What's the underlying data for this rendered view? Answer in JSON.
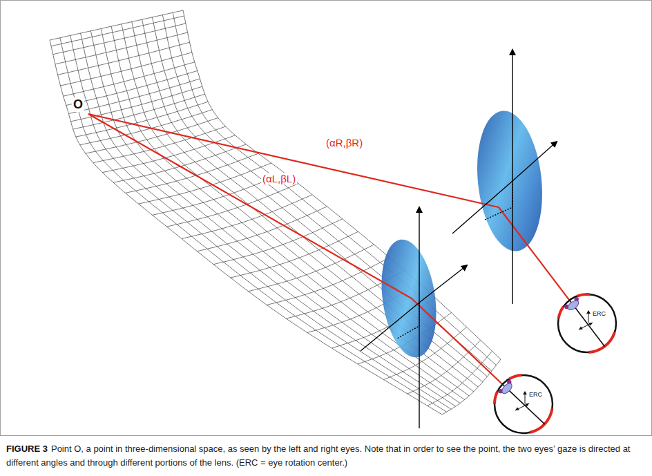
{
  "diagram": {
    "caption": "Point O, a point in three-dimensional space, as seen by the left and right eyes. Note that in order to see the point, the two eyes’ gaze is directed at different angles and through different portions of the lens. (ERC = eye rotation center.)",
    "nodes": [
      {
        "text": [
          "ERC"
        ]
      },
      {
        "text": [
          "ERC"
        ]
      }
    ],
    "labels": [
      "O",
      "(αR,βR)",
      "(αL,βL)",
      "FIGURE 3"
    ]
  }
}
